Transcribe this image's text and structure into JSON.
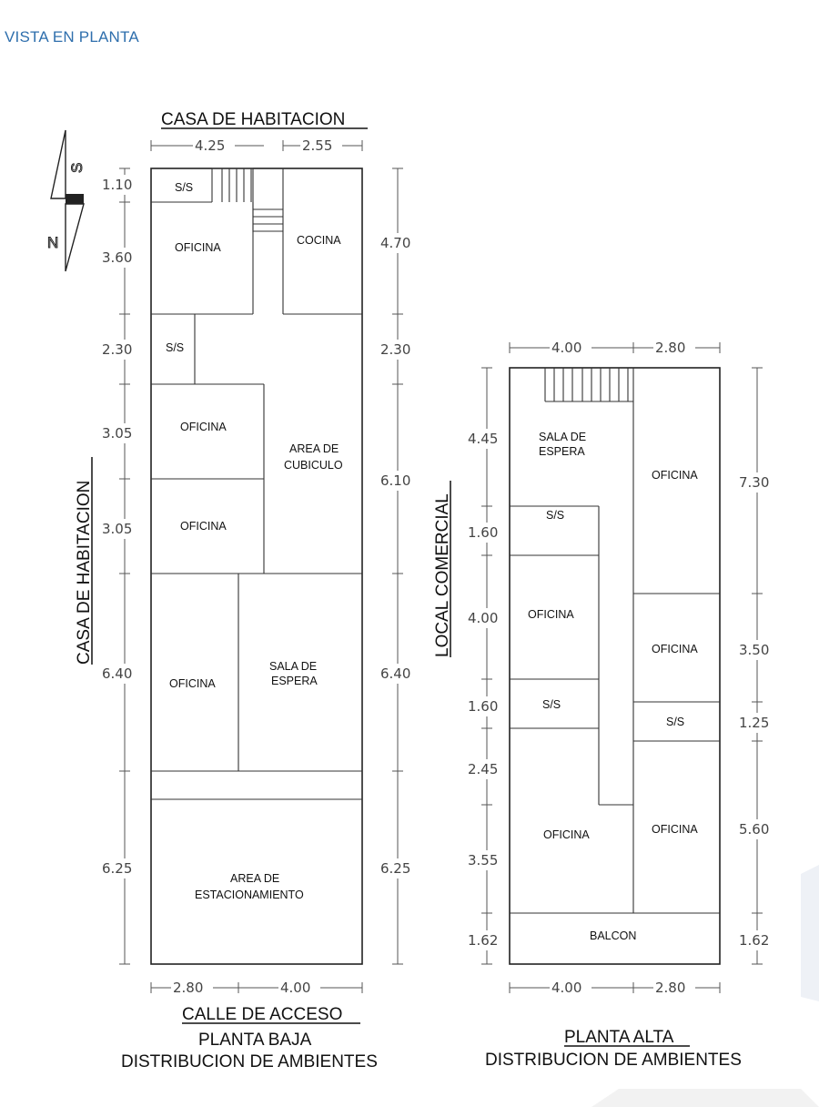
{
  "heading": "VISTA EN PLANTA",
  "compass": {
    "south": "S",
    "north": "N"
  },
  "ground_floor": {
    "top_label": "CASA DE HABITACION",
    "left_label": "CASA DE HABITACION",
    "right_label": "LOCAL COMERCIAL",
    "bottom_label": "CALLE DE ACCESO",
    "title_line1": "PLANTA BAJA",
    "title_line2": "DISTRIBUCION DE AMBIENTES",
    "top_dims": [
      "4.25",
      "2.55"
    ],
    "bottom_dims": [
      "2.80",
      "4.00"
    ],
    "left_dims": [
      "1.10",
      "3.60",
      "2.30",
      "3.05",
      "3.05",
      "6.40",
      "6.25"
    ],
    "right_dims": [
      "4.70",
      "2.30",
      "6.10",
      "6.40",
      "6.25"
    ],
    "rooms": {
      "ss_top": "S/S",
      "oficina_1": "OFICINA",
      "cocina": "COCINA",
      "ss_mid": "S/S",
      "oficina_2": "OFICINA",
      "area_cubiculo_1": "AREA DE",
      "area_cubiculo_2": "CUBICULO",
      "oficina_3": "OFICINA",
      "oficina_4": "OFICINA",
      "sala_espera_1": "SALA DE",
      "sala_espera_2": "ESPERA",
      "estacionamiento_1": "AREA DE",
      "estacionamiento_2": "ESTACIONAMIENTO"
    }
  },
  "upper_floor": {
    "title_line1": "PLANTA ALTA",
    "title_line2": "DISTRIBUCION DE AMBIENTES",
    "top_dims": [
      "4.00",
      "2.80"
    ],
    "bottom_dims": [
      "4.00",
      "2.80"
    ],
    "left_dims": [
      "4.45",
      "1.60",
      "4.00",
      "1.60",
      "2.45",
      "3.55",
      "1.62"
    ],
    "right_dims": [
      "7.30",
      "3.50",
      "1.25",
      "5.60",
      "1.62"
    ],
    "rooms": {
      "sala_espera_1": "SALA DE",
      "sala_espera_2": "ESPERA",
      "oficina_r1": "OFICINA",
      "ss_1": "S/S",
      "oficina_l1": "OFICINA",
      "oficina_r2": "OFICINA",
      "ss_2": "S/S",
      "ss_3": "S/S",
      "oficina_l2": "OFICINA",
      "oficina_r3": "OFICINA",
      "balcon": "BALCON"
    }
  }
}
